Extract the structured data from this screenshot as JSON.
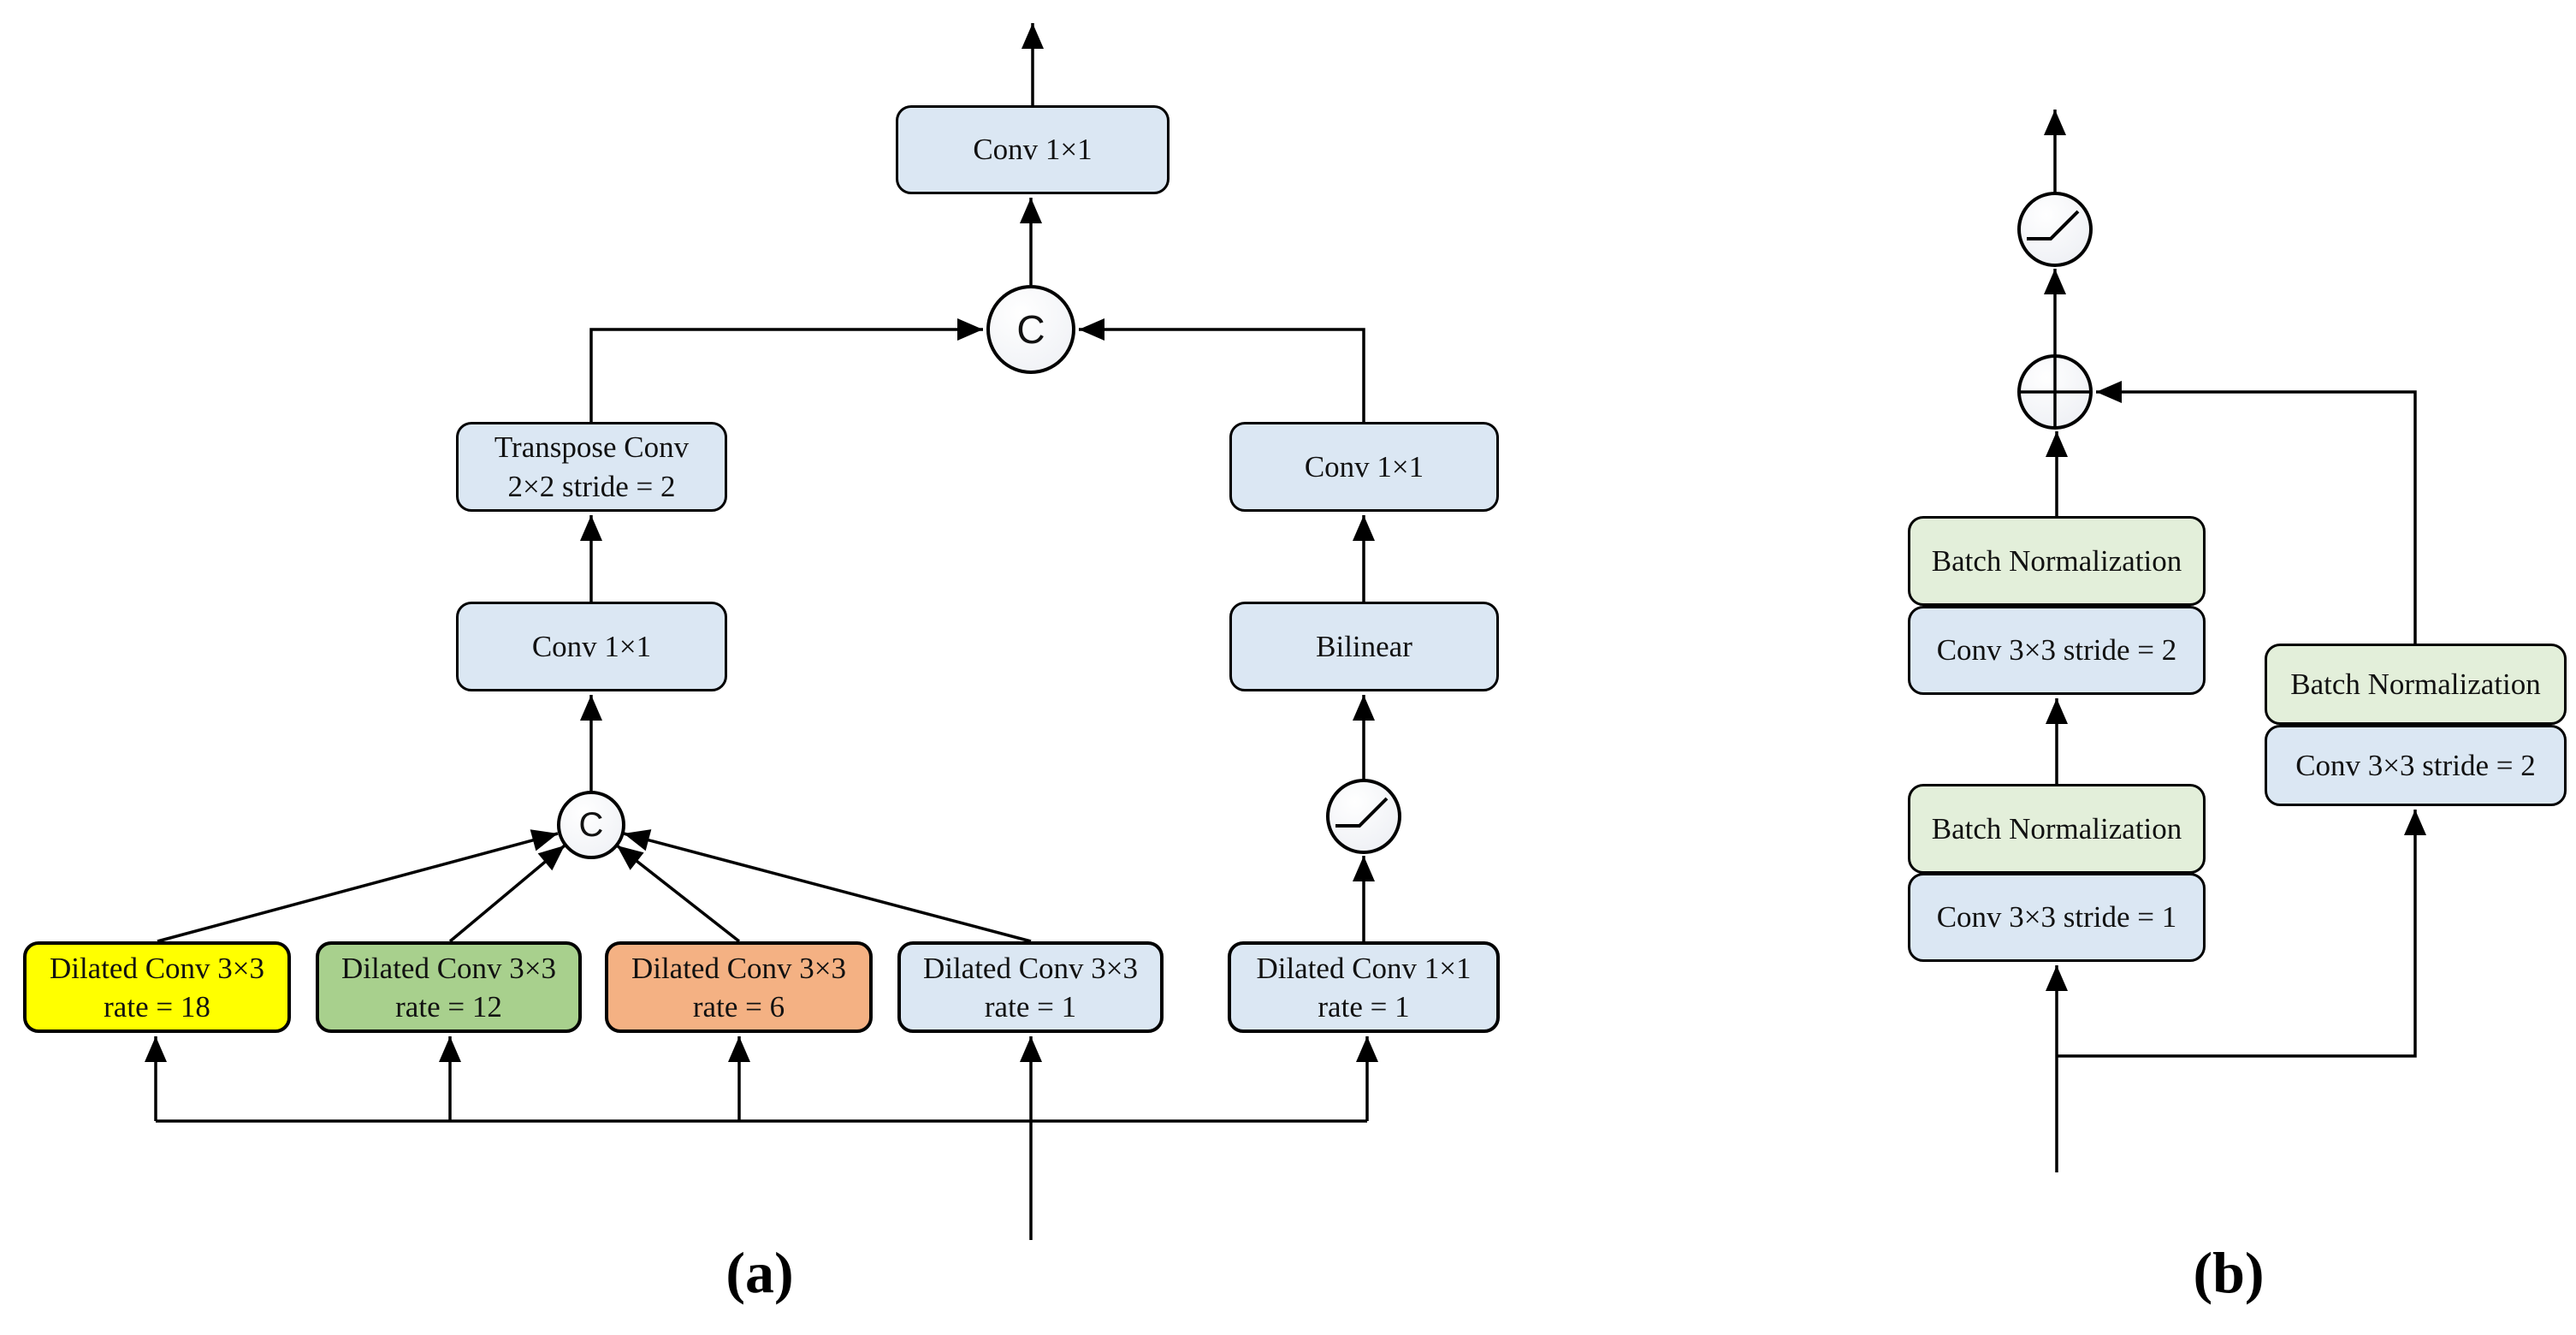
{
  "figure": {
    "panel_a": {
      "caption": "(a)",
      "concat_top_symbol": "C",
      "concat_bottom_symbol": "C",
      "boxes": {
        "top_conv": "Conv 1×1",
        "transpose_l1": "Transpose Conv",
        "transpose_l2": "2×2 stride = 2",
        "left_conv": "Conv 1×1",
        "right_conv": "Conv 1×1",
        "bilinear": "Bilinear",
        "d18_l1": "Dilated Conv 3×3",
        "d18_l2": "rate = 18",
        "d12_l1": "Dilated Conv 3×3",
        "d12_l2": "rate = 12",
        "d6_l1": "Dilated Conv 3×3",
        "d6_l2": "rate = 6",
        "d1_l1": "Dilated Conv 3×3",
        "d1_l2": "rate = 1",
        "d1x1_l1": "Dilated Conv 1×1",
        "d1x1_l2": "rate = 1"
      }
    },
    "panel_b": {
      "caption": "(b)",
      "boxes": {
        "bn_top": "Batch Normalization",
        "conv_s2": "Conv 3×3 stride = 2",
        "bn_mid": "Batch Normalization",
        "conv_s1": "Conv 3×3 stride = 1",
        "bn_skip": "Batch Normalization",
        "conv_s2_skip": "Conv 3×3 stride = 2"
      }
    },
    "icons": {
      "concat_node": "circle-letter-C",
      "sum_node": "plus-circle-icon",
      "activation_node": "activation-curve-icon"
    },
    "colors": {
      "light_blue": "#dbe7f3",
      "light_green": "#e3efda",
      "yellow": "#ffff00",
      "aspp_green": "#a8d08d",
      "aspp_orange": "#f4b183",
      "line": "#000000"
    }
  }
}
